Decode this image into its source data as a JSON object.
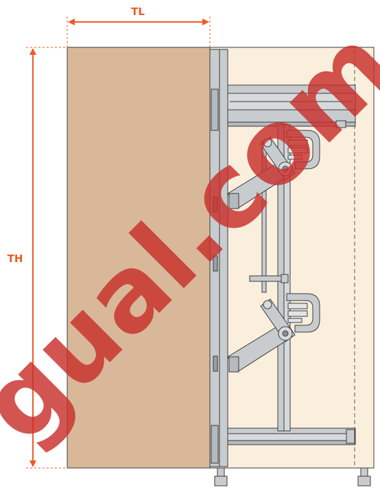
{
  "dimensions": {
    "width_label": "TL",
    "height_label": "TH"
  },
  "watermark": {
    "text": "gual.com"
  },
  "colors": {
    "dimension": "#ef5a24",
    "door_panel": "#d9b89a",
    "cabinet_interior": "#faeedd",
    "frame_metal": "#c8cccf",
    "outline": "#3a3a3a",
    "watermark": "#c9302c"
  }
}
